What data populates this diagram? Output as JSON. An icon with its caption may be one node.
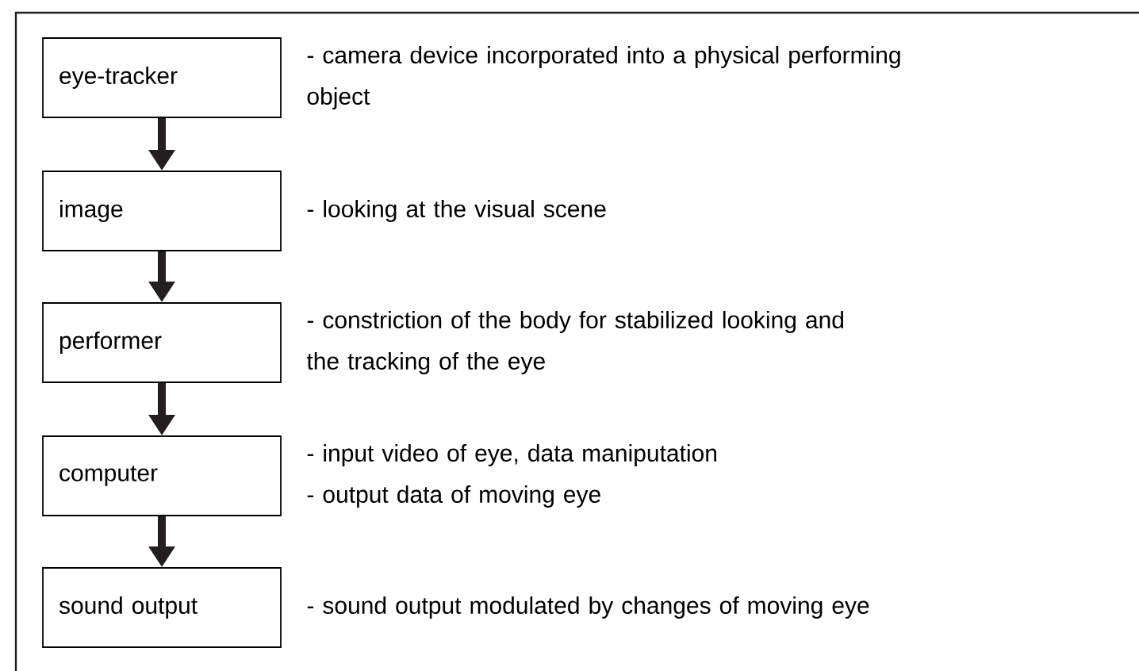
{
  "diagram": {
    "nodes": [
      {
        "text": [
          "eye-tracker"
        ],
        "beside": [
          "- camera device incorporated into a physical performing object"
        ]
      },
      {
        "text": [
          "image"
        ],
        "beside": [
          "- looking at the visual scene"
        ]
      },
      {
        "text": [
          "performer"
        ],
        "beside": [
          "- constriction of the body for stabilized looking and the tracking of the eye"
        ]
      },
      {
        "text": [
          "computer"
        ],
        "beside": [
          "- input video of eye, data maniputation",
          "- output data of moving eye"
        ]
      },
      {
        "text": [
          "sound output"
        ],
        "beside": [
          "- sound output modulated by changes of moving eye"
        ]
      }
    ],
    "edges": [
      {
        "from": 0,
        "to": 1,
        "arrow": "to"
      },
      {
        "from": 1,
        "to": 2,
        "arrow": "to"
      },
      {
        "from": 2,
        "to": 3,
        "arrow": "to"
      },
      {
        "from": 3,
        "to": 4,
        "arrow": "to"
      }
    ]
  }
}
